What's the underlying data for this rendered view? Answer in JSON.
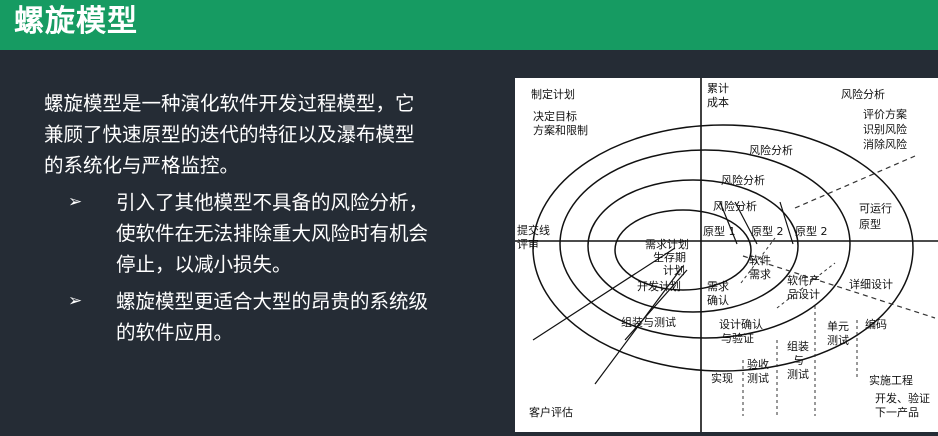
{
  "header": {
    "title": "螺旋模型"
  },
  "content": {
    "paragraph_lines": [
      "螺旋模型是一种演化软件开发过程模型，它",
      "兼顾了快速原型的迭代的特征以及瀑布模型",
      "的系统化与严格监控。"
    ],
    "bullets": [
      {
        "lines": [
          "引入了其他模型不具备的风险分析，",
          "使软件在无法排除重大风险时有机会",
          "停止，以减小损失。"
        ]
      },
      {
        "lines": [
          "螺旋模型更适合大型的昂贵的系统级",
          "的软件应用。"
        ]
      }
    ],
    "bullet_icon": "arrow-bullet-icon",
    "bullet_symbol": "➢"
  },
  "diagram": {
    "labels": {
      "plan": "制定计划",
      "decide_goals": "决定目标",
      "plans_limits": "方案和限制",
      "cumulative": "累计",
      "cost": "成本",
      "risk_top": "风险分析",
      "eval_plan": "评价方案",
      "identify_risk": "识别风险",
      "eliminate_risk": "消除风险",
      "risk_a": "风险分析",
      "risk_b": "风险分析",
      "risk_c": "风险分析",
      "runnable": "可运行",
      "prototype": "原型",
      "submit_line": "提交线",
      "review": "评审",
      "req_plan": "需求计划",
      "life_cycle": "生存期",
      "plan_word": "计划",
      "proto1": "原型 1",
      "proto2": "原型 2",
      "proto3": "原型 2",
      "dev_plan": "开发计划",
      "soft": "软件",
      "req": "需求",
      "req_confirm1": "需求",
      "req_confirm2": "确认",
      "product1": "软件产",
      "product2": "品设计",
      "detail_design": "详细设计",
      "integrate_test": "组装与测试",
      "design_confirm1": "设计确认",
      "design_confirm2": "与验证",
      "unit1": "单元",
      "unit2": "测试",
      "coding": "编码",
      "assemble1": "组装",
      "assemble2": "与",
      "assemble3": "测试",
      "accept1": "验收",
      "accept2": "测试",
      "implement": "实现",
      "impl_eng": "实施工程",
      "dev_verify": "开发、验证",
      "next_product": "下一产品",
      "customer_eval": "客户评估"
    }
  }
}
